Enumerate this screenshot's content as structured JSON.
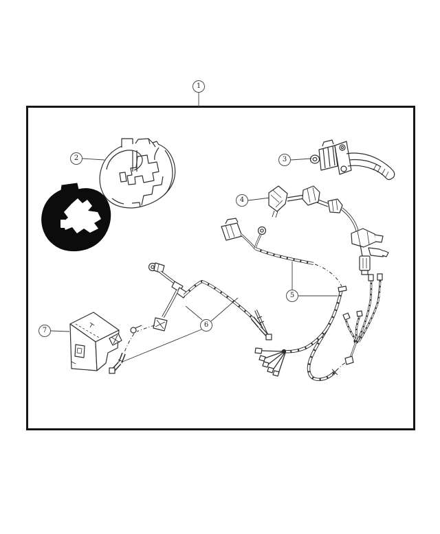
{
  "colors": {
    "background": "#ffffff",
    "frame": "#161616",
    "line": "#2e2e2e",
    "leader": "#3a3a3a",
    "silhouette": "#0c0c0c"
  },
  "callouts": {
    "c1": {
      "label": "1"
    },
    "c2": {
      "label": "2"
    },
    "c3": {
      "label": "3"
    },
    "c4": {
      "label": "4"
    },
    "c5": {
      "label": "5"
    },
    "c6": {
      "label": "6"
    },
    "c7": {
      "label": "7"
    }
  }
}
